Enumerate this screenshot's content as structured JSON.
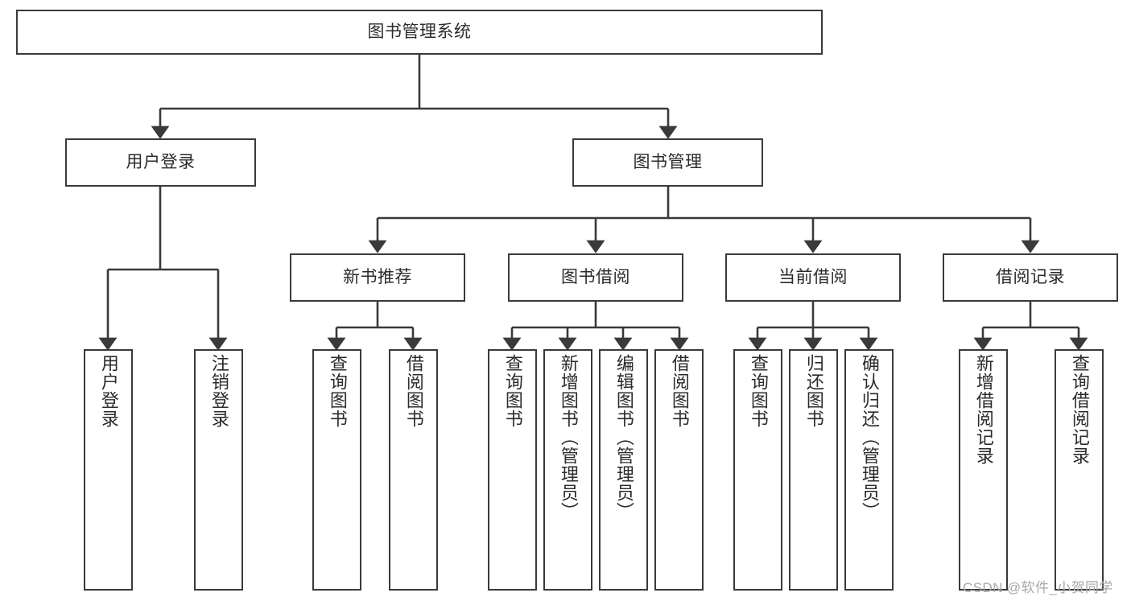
{
  "diagram": {
    "title": "图书管理系统",
    "type": "tree-hierarchy",
    "background_color": "#ffffff",
    "stroke_color": "#3a3a3a",
    "text_color": "#2b2b2b"
  },
  "nodes": {
    "root": {
      "label": "图书管理系统"
    },
    "level2": [
      {
        "label": "用户登录"
      },
      {
        "label": "图书管理"
      }
    ],
    "level3": [
      {
        "label": "新书推荐"
      },
      {
        "label": "图书借阅"
      },
      {
        "label": "当前借阅"
      },
      {
        "label": "借阅记录"
      }
    ],
    "leaves": {
      "user_login": [
        {
          "label": "用户登录"
        },
        {
          "label": "注销登录"
        }
      ],
      "new_book_recommend": [
        {
          "label": "查询图书"
        },
        {
          "label": "借阅图书"
        }
      ],
      "book_borrow": [
        {
          "label": "查询图书"
        },
        {
          "label": "新增图书（管理员）"
        },
        {
          "label": "编辑图书（管理员）"
        },
        {
          "label": "借阅图书"
        }
      ],
      "current_borrow": [
        {
          "label": "查询图书"
        },
        {
          "label": "归还图书"
        },
        {
          "label": "确认归还（管理员）"
        }
      ],
      "borrow_record": [
        {
          "label": "新增借阅记录"
        },
        {
          "label": "查询借阅记录"
        }
      ]
    }
  },
  "watermark": {
    "text": "CSDN @软件_小贺同学"
  }
}
